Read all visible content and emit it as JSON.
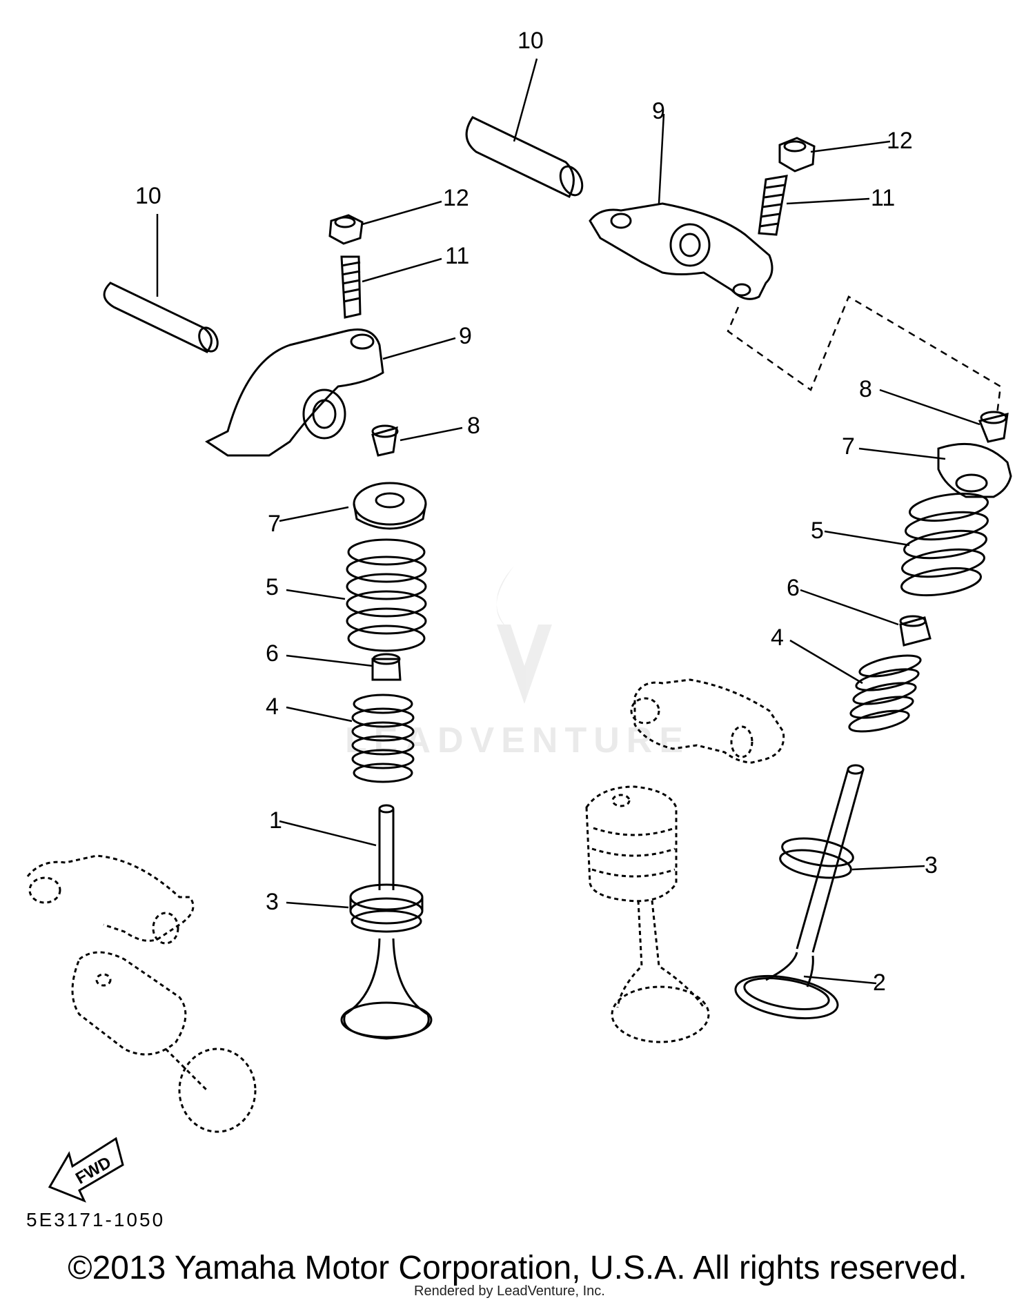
{
  "diagram": {
    "callouts": [
      "10",
      "12",
      "11",
      "9",
      "8",
      "7",
      "5",
      "6",
      "4",
      "1",
      "3",
      "10",
      "9",
      "12",
      "11",
      "8",
      "7",
      "5",
      "6",
      "4",
      "3",
      "2"
    ],
    "fwd_label": "FWD",
    "drawing_number": "5E3171-1050",
    "watermark": "LEADVENTURE",
    "copyright": "©2013 Yamaha Motor Corporation, U.S.A. All rights reserved.",
    "rendered_by": "Rendered by LeadVenture, Inc."
  }
}
